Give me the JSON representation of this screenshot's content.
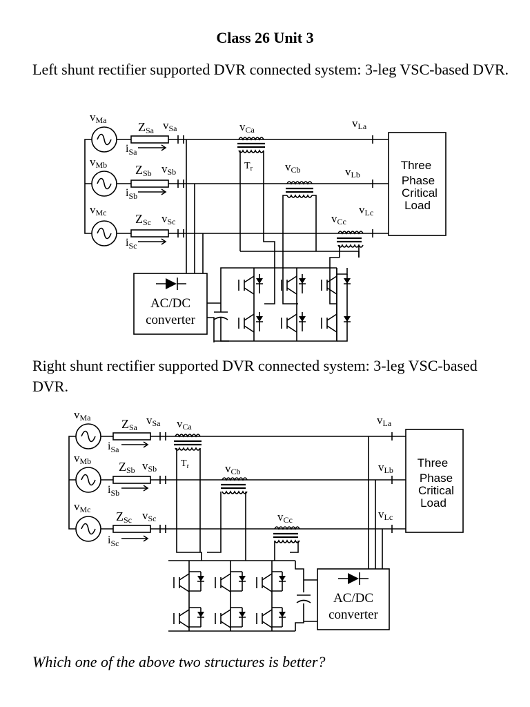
{
  "page": {
    "title": "Class 26 Unit 3",
    "intro1": "Left shunt rectifier supported DVR connected system: 3-leg VSC-based DVR.",
    "intro2": "Right shunt rectifier supported DVR connected system: 3-leg VSC-based DVR.",
    "question": "Which one of the above two structures is better?"
  },
  "left_diagram": {
    "sources": [
      {
        "v_main": "v",
        "v_sub": "Ma",
        "z_main": "Z",
        "z_sub": "Sa",
        "vs_main": "v",
        "vs_sub": "Sa",
        "i_main": "i",
        "i_sub": "Sa"
      },
      {
        "v_main": "v",
        "v_sub": "Mb",
        "z_main": "Z",
        "z_sub": "Sb",
        "vs_main": "v",
        "vs_sub": "Sb",
        "i_main": "i",
        "i_sub": "Sb"
      },
      {
        "v_main": "v",
        "v_sub": "Mc",
        "z_main": "Z",
        "z_sub": "Sc",
        "vs_main": "v",
        "vs_sub": "Sc",
        "i_main": "i",
        "i_sub": "Sc"
      }
    ],
    "transformer_voltages": [
      {
        "main": "v",
        "sub": "Ca"
      },
      {
        "main": "v",
        "sub": "Cb"
      },
      {
        "main": "v",
        "sub": "Cc"
      }
    ],
    "load_voltages": [
      {
        "main": "v",
        "sub": "La"
      },
      {
        "main": "v",
        "sub": "Lb"
      },
      {
        "main": "v",
        "sub": "Lc"
      }
    ],
    "transformer_label": {
      "main": "T",
      "sub": "r"
    },
    "load_lines": [
      "Three",
      "Phase",
      "Critical",
      "Load"
    ],
    "converter_lines": [
      "AC/DC",
      "converter"
    ]
  },
  "right_diagram": {
    "sources": [
      {
        "v_main": "v",
        "v_sub": "Ma",
        "z_main": "Z",
        "z_sub": "Sa",
        "vs_main": "v",
        "vs_sub": "Sa",
        "i_main": "i",
        "i_sub": "Sa"
      },
      {
        "v_main": "v",
        "v_sub": "Mb",
        "z_main": "Z",
        "z_sub": "Sb",
        "vs_main": "v",
        "vs_sub": "Sb",
        "i_main": "i",
        "i_sub": "Sb"
      },
      {
        "v_main": "v",
        "v_sub": "Mc",
        "z_main": "Z",
        "z_sub": "Sc",
        "vs_main": "v",
        "vs_sub": "Sc",
        "i_main": "i",
        "i_sub": "Sc"
      }
    ],
    "transformer_voltages": [
      {
        "main": "v",
        "sub": "Ca"
      },
      {
        "main": "v",
        "sub": "Cb"
      },
      {
        "main": "v",
        "sub": "Cc"
      }
    ],
    "load_voltages": [
      {
        "main": "v",
        "sub": "La"
      },
      {
        "main": "v",
        "sub": "Lb"
      },
      {
        "main": "v",
        "sub": "Lc"
      }
    ],
    "transformer_label": {
      "main": "T",
      "sub": "r"
    },
    "load_lines": [
      "Three",
      "Phase",
      "Critical",
      "Load"
    ],
    "converter_lines": [
      "AC/DC",
      "converter"
    ]
  }
}
